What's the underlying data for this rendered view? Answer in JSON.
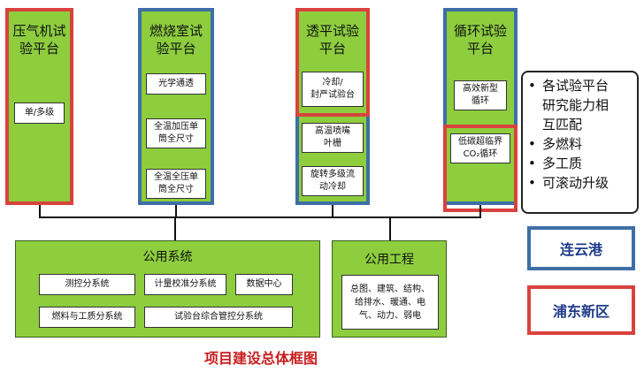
{
  "platforms": {
    "compressor": {
      "title_line1": "压气机试",
      "title_line2": "验平台",
      "items": [
        "单/多级"
      ]
    },
    "combustor": {
      "title_line1": "燃烧室试",
      "title_line2": "验平台",
      "items": [
        "光学通透",
        "全温加压单\n筒全尺寸",
        "全温全压单\n筒全尺寸"
      ]
    },
    "turbine": {
      "title_line1": "透平试验",
      "title_line2": "平台",
      "items": [
        "冷却/\n封严试验台",
        "高温喷嘴\n叶栅",
        "旋转多级流\n动冷却"
      ]
    },
    "cycle": {
      "title_line1": "循环试验",
      "title_line2": "平台",
      "items": [
        "高效新型\n循环",
        "低碳超临界\nCO₂循环"
      ]
    }
  },
  "legend": {
    "item1_line1": "各试验平台",
    "item1_line2": "研究能力相",
    "item1_line3": "互匹配",
    "item2": "多燃料",
    "item3": "多工质",
    "item4": "可滚动升级",
    "bullet": "•"
  },
  "keys": {
    "lianyungang": "连云港",
    "pudong": "浦东新区",
    "lianyungang_color": "#3d6fa6",
    "pudong_color": "#d9423c"
  },
  "public_systems": {
    "title": "公用系统",
    "items": [
      "测控分系统",
      "计量校准分系统",
      "数据中心",
      "燃料与工质分系统",
      "试验台综合管控分系统"
    ]
  },
  "public_engineering": {
    "title": "公用工程",
    "text": "总图、建筑、结构、\n给排水、暖通、电\n气、动力、弱电"
  },
  "caption": "项目建设总体框图"
}
